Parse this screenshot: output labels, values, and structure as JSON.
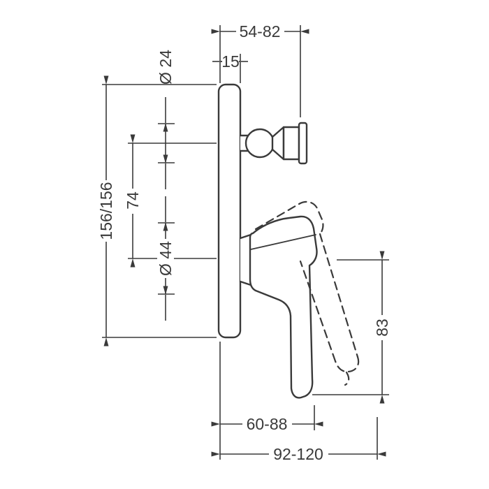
{
  "drawing": {
    "type": "installation-dimension-drawing",
    "line_color": "#3a3a3a",
    "background_color": "#ffffff",
    "dims": {
      "depth_top": "54-82",
      "plate_thickness": "15",
      "spout_diameter": "Ø 24",
      "plate_height": "156/156",
      "axis_spacing": "74",
      "rosette_diameter": "Ø 44",
      "lever_drop": "83",
      "depth_lever": "60-88",
      "depth_total": "92-120"
    }
  }
}
